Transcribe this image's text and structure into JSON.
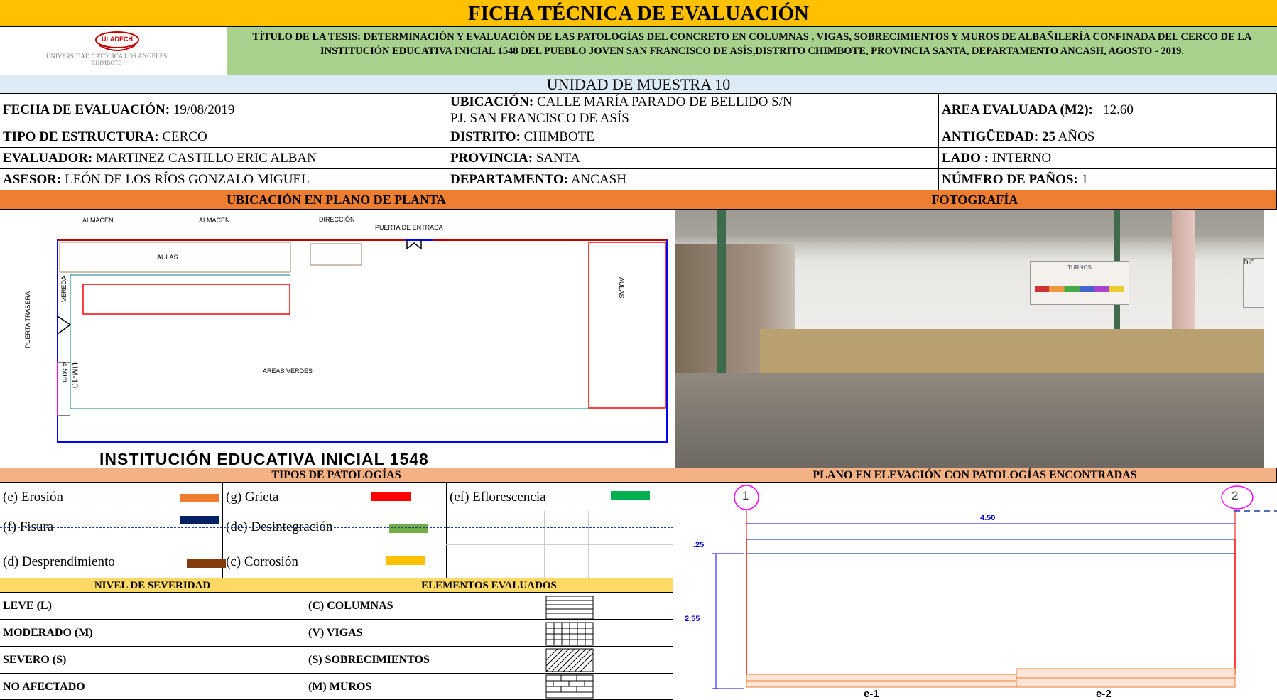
{
  "header": {
    "title": "FICHA TÉCNICA DE EVALUACIÓN",
    "logo_text": "ULADECH",
    "logo_caption_1": "UNIVERSIDAD CATÓLICA LOS ÁNGELES",
    "logo_caption_2": "CHIMBOTE",
    "thesis": "TÍTULO DE LA TESIS: DETERMINACIÓN Y EVALUACIÓN DE LAS PATOLOGÍAS DEL CONCRETO EN COLUMNAS , VIGAS, SOBRECIMIENTOS Y MUROS DE ALBAÑILERÍA CONFINADA DEL CERCO DE LA INSTITUCIÓN EDUCATIVA INICIAL 1548 DEL PUEBLO JOVEN SAN FRANCISCO DE ASÍS,DISTRITO CHIMBOTE, PROVINCIA SANTA, DEPARTAMENTO ANCASH, AGOSTO - 2019."
  },
  "unidad": "UNIDAD DE MUESTRA 10",
  "info": {
    "fecha_label": "FECHA DE EVALUACIÓN:",
    "fecha_value": " 19/08/2019",
    "ubicacion_label": "UBICACIÓN:",
    "ubicacion_value": " CALLE MARÍA PARADO DE BELLIDO S/N",
    "ubicacion_value2": "PJ. SAN FRANCISCO DE ASÍS",
    "area_label": "AREA EVALUADA (M2):",
    "area_value": "12.60",
    "tipo_label": "TIPO DE ESTRUCTURA:",
    "tipo_value": " CERCO",
    "distrito_label": "DISTRITO:",
    "distrito_value": " CHIMBOTE",
    "antig_label": "ANTIGÜEDAD:",
    "antig_num": " 25",
    "antig_unit": " AÑOS",
    "evaluador_label": "EVALUADOR:",
    "evaluador_value": " MARTINEZ CASTILLO ERIC ALBAN",
    "provincia_label": "PROVINCIA:",
    "provincia_value": " SANTA",
    "lado_label": "LADO :",
    "lado_value": " INTERNO",
    "asesor_label": "ASESOR:",
    "asesor_value": " LEÓN DE LOS RÍOS GONZALO MIGUEL",
    "depto_label": "DEPARTAMENTO:",
    "depto_value": " ANCASH",
    "panos_label": "NÚMERO DE PAÑOS:",
    "panos_value": " 1"
  },
  "sections": {
    "plano_planta": "UBICACIÓN EN PLANO DE PLANTA",
    "fotografia": "FOTOGRAFÍA",
    "tipos": "TIPOS DE PATOLOGÍAS",
    "elevacion": "PLANO EN ELEVACIÓN CON PATOLOGÍAS ENCONTRADAS",
    "severidad": "NIVEL DE SEVERIDAD",
    "elementos": "ELEMENTOS EVALUADOS"
  },
  "plan": {
    "puerta_entrada": "PUERTA DE ENTRADA",
    "almacen1": "ALMACÉN",
    "almacen2": "ALMACÉN",
    "direccion": "DIRECCIÓN",
    "aulas1": "AULAS",
    "aulas2": "AULAS",
    "vereda": "VEREDA",
    "puerta_trasera": "PUERTA TRASERA",
    "um": "UM-10",
    "um_dim": "4.50m",
    "areas_verdes": "AREAS VERDES",
    "institucion": "INSTITUCIÓN EDUCATIVA INICIAL 1548"
  },
  "photo": {
    "turnos": "TURNOS",
    "sign_edge": "DIE"
  },
  "patologias": [
    {
      "label": "(e) Erosión",
      "color": "#ed7d31"
    },
    {
      "label": "(g) Grieta",
      "color": "#ff0000"
    },
    {
      "label": "(ef) Eflorescencia",
      "color": "#00b050"
    },
    {
      "label": "(f) Fisura",
      "color": "#002060"
    },
    {
      "label": "(de) Desintegración",
      "color": "#70ad47"
    },
    {
      "label": "(d) Desprendimiento",
      "color": "#843c0c"
    },
    {
      "label": "(c) Corrosión",
      "color": "#ffc000"
    }
  ],
  "severidad": [
    "LEVE (L)",
    "MODERADO (M)",
    "SEVERO (S)",
    "NO AFECTADO"
  ],
  "elementos": [
    "(C) COLUMNAS",
    "(V) VIGAS",
    "(S) SOBRECIMIENTOS",
    "(M) MUROS"
  ],
  "elevacion": {
    "axis1": "1",
    "axis2": "2",
    "dim_width": "4.50",
    "dim_top": ".25",
    "dim_height": "2.55",
    "e1": "e-1",
    "e2": "e-2"
  }
}
